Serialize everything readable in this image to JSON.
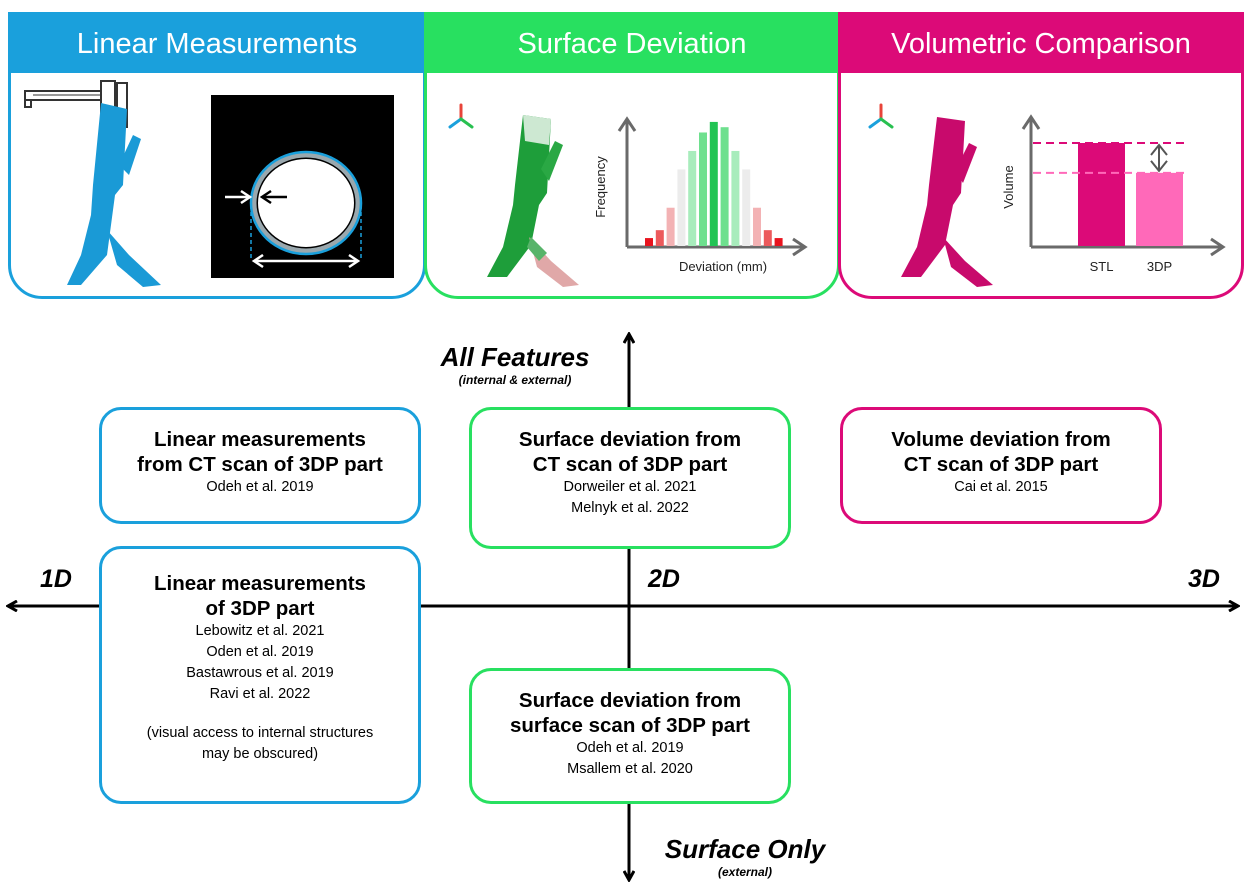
{
  "colors": {
    "linear": "#1aa0dc",
    "surface": "#28e060",
    "volume": "#dc0a78",
    "axis": "#000000"
  },
  "panels": {
    "linear": {
      "title": "Linear Measurements"
    },
    "surface": {
      "title": "Surface Deviation",
      "ylabel": "Frequency",
      "xlabel": "Deviation (mm)",
      "histogram": [
        {
          "height": 6,
          "color": "#e8141e"
        },
        {
          "height": 12,
          "color": "#ec5a5c"
        },
        {
          "height": 29,
          "color": "#f3b2b4"
        },
        {
          "height": 58,
          "color": "#ececec"
        },
        {
          "height": 72,
          "color": "#a8ecbc"
        },
        {
          "height": 86,
          "color": "#6ee08e"
        },
        {
          "height": 94,
          "color": "#22c454"
        },
        {
          "height": 90,
          "color": "#6ee08e"
        },
        {
          "height": 72,
          "color": "#a8ecbc"
        },
        {
          "height": 58,
          "color": "#ececec"
        },
        {
          "height": 29,
          "color": "#f3b2b4"
        },
        {
          "height": 12,
          "color": "#ec5a5c"
        },
        {
          "height": 6,
          "color": "#e8141e"
        }
      ]
    },
    "volume": {
      "title": "Volumetric Comparison",
      "ylabel": "Volume",
      "bars": [
        {
          "label": "STL",
          "value": 100,
          "color": "#dc0a78"
        },
        {
          "label": "3DP",
          "value": 71,
          "color": "#ff69b9"
        }
      ]
    }
  },
  "axes": {
    "up": {
      "label": "All Features",
      "sub": "(internal & external)"
    },
    "down": {
      "label": "Surface Only",
      "sub": "(external)"
    },
    "left": "1D",
    "center": "2D",
    "right": "3D"
  },
  "boxes": {
    "linear_ct": {
      "title": [
        "Linear measurements",
        "from CT scan of 3DP part"
      ],
      "citations": [
        "Odeh et al. 2019"
      ]
    },
    "linear_part": {
      "title": [
        "Linear measurements",
        "of 3DP part"
      ],
      "citations": [
        "Lebowitz et al. 2021",
        "Oden et al. 2019",
        "Bastawrous et al. 2019",
        "Ravi et al. 2022"
      ],
      "note": [
        "(visual access to internal structures",
        "may be obscured)"
      ]
    },
    "surface_ct": {
      "title": [
        "Surface deviation from",
        "CT scan of 3DP part"
      ],
      "citations": [
        "Dorweiler et al. 2021",
        "Melnyk et al. 2022"
      ]
    },
    "surface_scan": {
      "title": [
        "Surface deviation from",
        "surface scan of 3DP part"
      ],
      "citations": [
        "Odeh et al. 2019",
        "Msallem et al. 2020"
      ]
    },
    "volume_ct": {
      "title": [
        "Volume deviation from",
        "CT scan of 3DP part"
      ],
      "citations": [
        "Cai et al. 2015"
      ]
    }
  }
}
